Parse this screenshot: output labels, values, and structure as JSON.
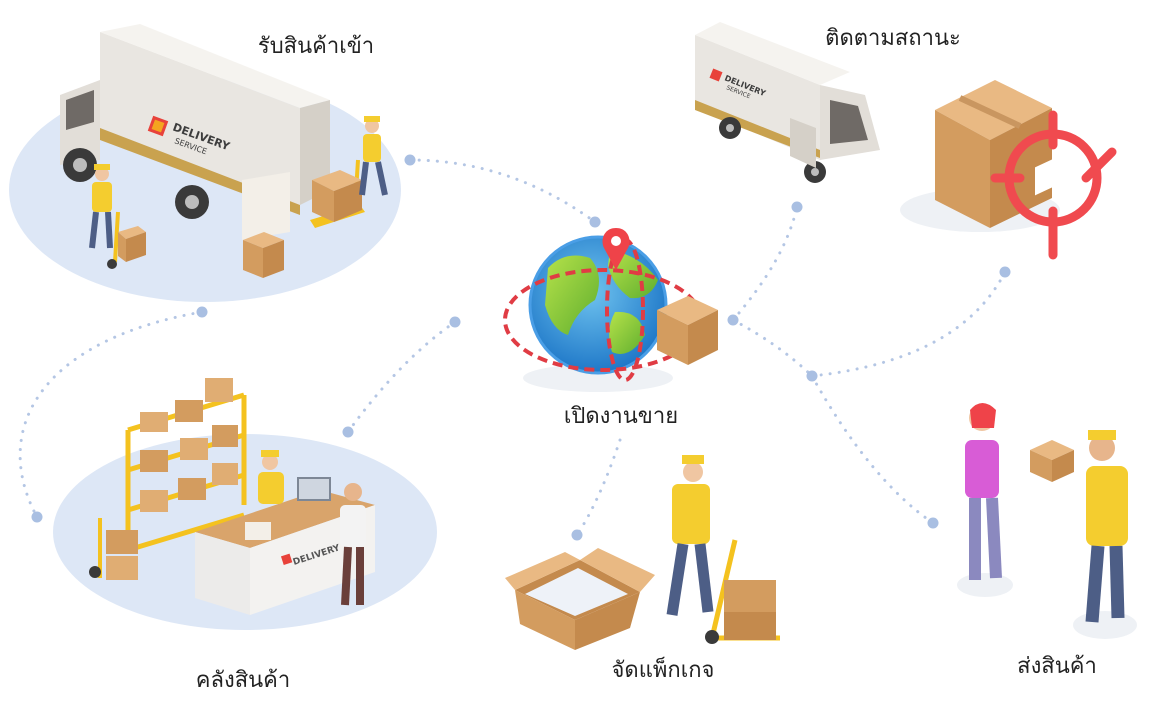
{
  "nodes": {
    "receive": {
      "label": "รับสินค้าเข้า"
    },
    "track": {
      "label": "ติดตามสถานะ"
    },
    "sell": {
      "label": "เปิดงานขาย"
    },
    "warehouse": {
      "label": "คลังสินค้า"
    },
    "pack": {
      "label": "จัดแพ็กเกจ"
    },
    "ship": {
      "label": "ส่งสินค้า"
    }
  },
  "truck_brand": {
    "line1": "DELIVERY",
    "line2": "SERVICE"
  },
  "colors": {
    "connector": "#b4c6e4",
    "platform": "#dde7f6",
    "uniform": "#f4cd2f",
    "box": "#d9a46b",
    "pin": "#ef4349",
    "target": "#f04a4f"
  },
  "icons": [
    "delivery-truck-icon",
    "globe-icon",
    "location-pin-icon",
    "target-icon",
    "cardboard-box-icon",
    "hand-truck-icon",
    "pallet-jack-icon",
    "shelf-icon"
  ]
}
